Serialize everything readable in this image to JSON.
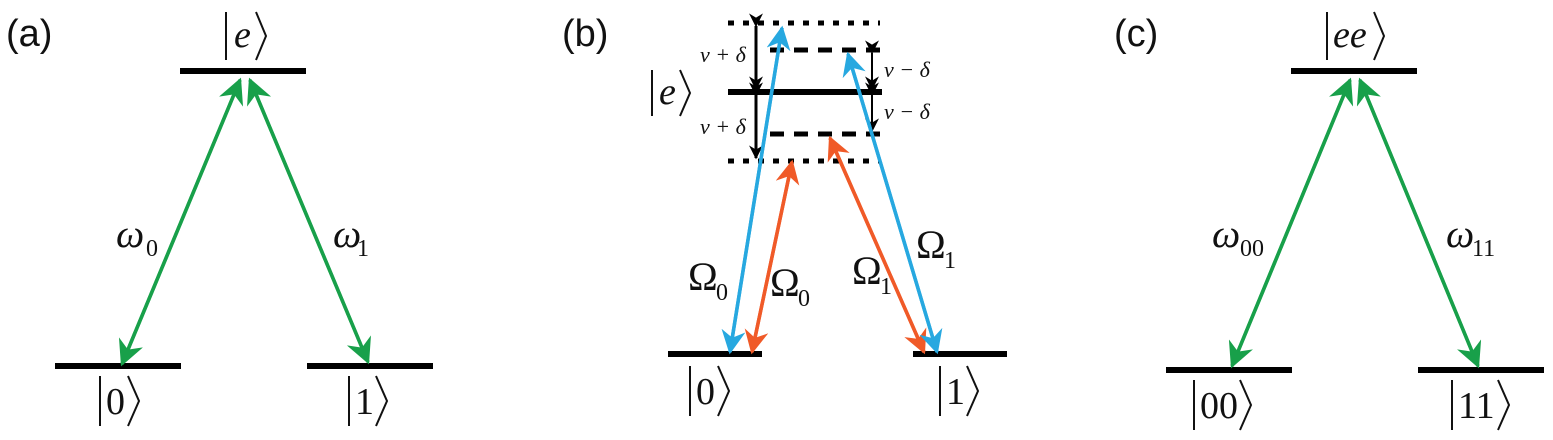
{
  "panels": {
    "a": {
      "label": "(a)",
      "excited_state": "e",
      "ground_left": "0",
      "ground_right": "1",
      "freq_left": {
        "symbol": "ω",
        "sub": "0"
      },
      "freq_right": {
        "symbol": "ω",
        "sub": "1"
      }
    },
    "b": {
      "label": "(b)",
      "excited_state": "e",
      "ground_left": "0",
      "ground_right": "1",
      "detuning_plus_upper": "ν + δ",
      "detuning_plus_lower": "ν + δ",
      "detuning_minus_upper": "ν − δ",
      "detuning_minus_lower": "ν − δ",
      "rabi_blue_left": {
        "symbol": "Ω",
        "sub": "0"
      },
      "rabi_red_left": {
        "symbol": "Ω",
        "sub": "0"
      },
      "rabi_red_right": {
        "symbol": "Ω",
        "sub": "1"
      },
      "rabi_blue_right": {
        "symbol": "Ω",
        "sub": "1"
      }
    },
    "c": {
      "label": "(c)",
      "excited_state": "ee",
      "ground_left": "00",
      "ground_right": "11",
      "freq_left": {
        "symbol": "ω",
        "sub": "00"
      },
      "freq_right": {
        "symbol": "ω",
        "sub": "11"
      }
    }
  },
  "colors": {
    "green_transition": "#18a04a",
    "blue_laser": "#27a8e0",
    "red_laser": "#f05a28",
    "level": "#000000"
  }
}
